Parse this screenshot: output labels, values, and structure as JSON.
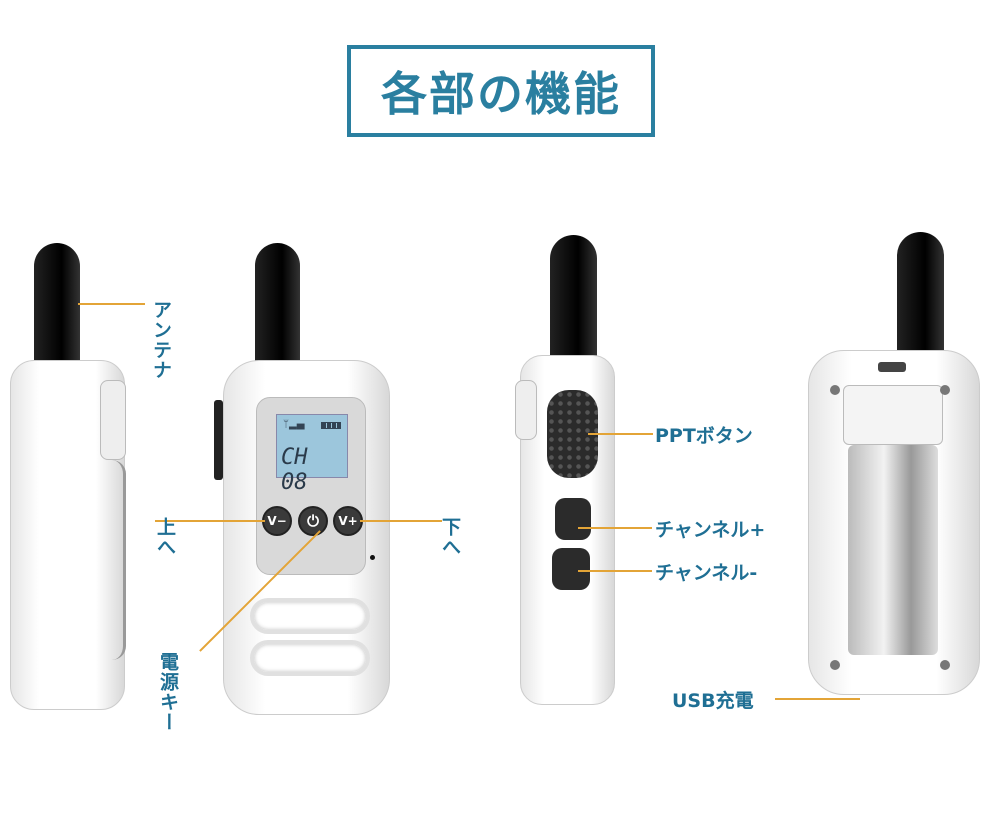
{
  "title": "各部の機能",
  "lcd": {
    "channel_text": "CH 08"
  },
  "buttons": {
    "vol_down": "V−",
    "power": "⏻",
    "vol_up": "V+"
  },
  "labels": {
    "antenna": "アンテナ",
    "up": "上へ",
    "down": "下へ",
    "power_key": "電源キー",
    "ptt_button": "PPTボタン",
    "channel_up": "チャンネル+",
    "channel_down": "チャンネル-",
    "usb_charge": "USB充電"
  },
  "colors": {
    "accent": "#2a7fa0",
    "leader": "#e3a437"
  }
}
